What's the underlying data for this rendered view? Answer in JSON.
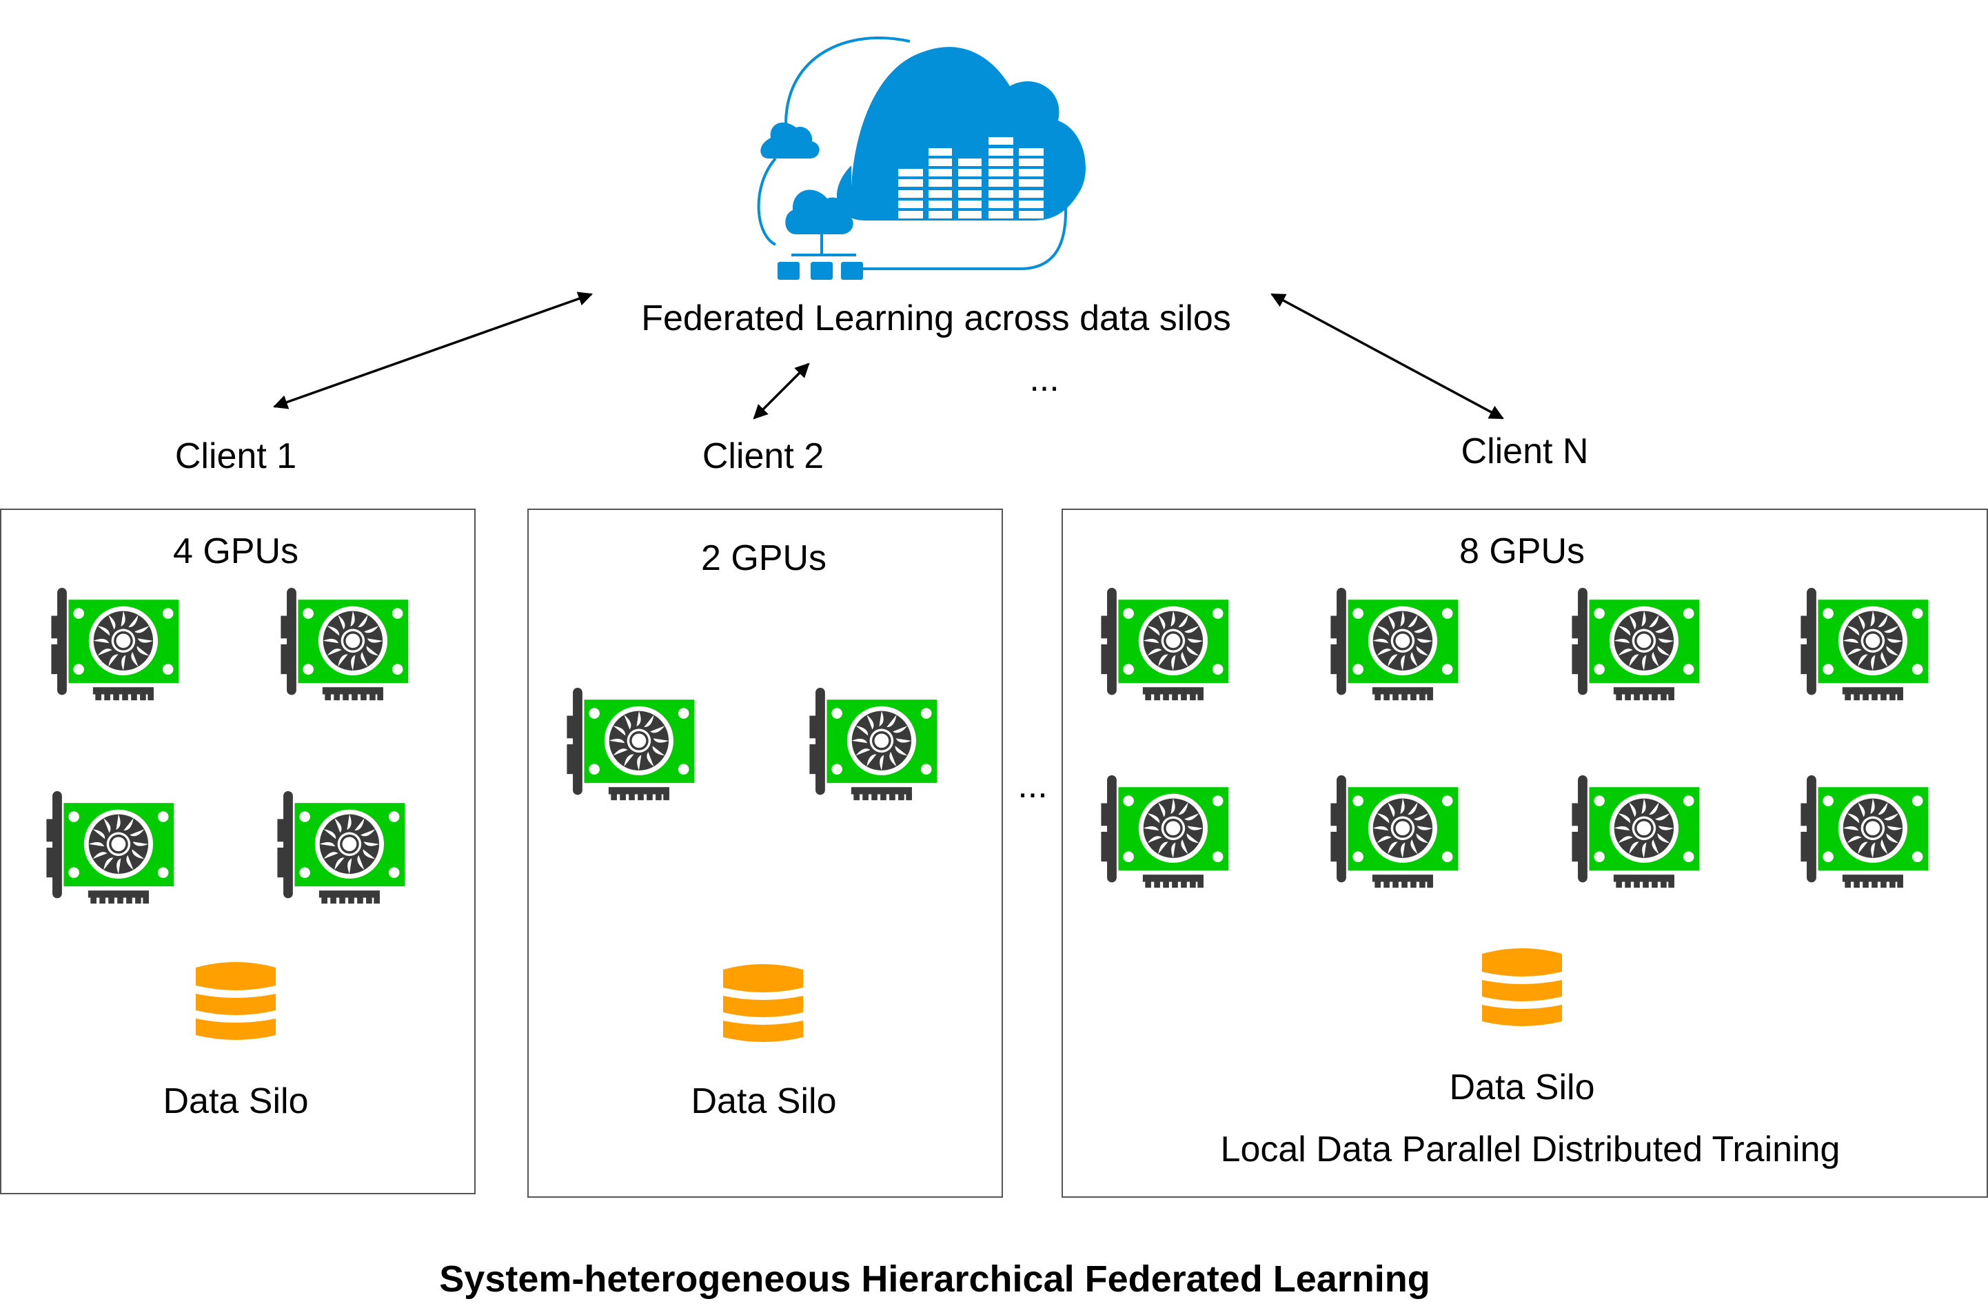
{
  "colors": {
    "cloud_blue": "#0390d8",
    "gpu_green": "#00cc00",
    "gpu_dark": "#3a3a3a",
    "silo_orange": "#ff9f00",
    "box_border": "#555555"
  },
  "server": {
    "icon": "cloud-server-icon",
    "label": "Federated Learning across data silos"
  },
  "ellipsis_top": "...",
  "ellipsis_middle": "...",
  "clients": [
    {
      "name": "Client 1",
      "gpu_label": "4 GPUs",
      "gpu_count": 4,
      "silo_label": "Data Silo"
    },
    {
      "name": "Client 2",
      "gpu_label": "2 GPUs",
      "gpu_count": 2,
      "silo_label": "Data Silo"
    },
    {
      "name": "Client N",
      "gpu_label": "8 GPUs",
      "gpu_count": 8,
      "silo_label": "Data Silo",
      "note": "Local Data Parallel Distributed Training"
    }
  ],
  "caption": "System-heterogeneous Hierarchical Federated Learning"
}
